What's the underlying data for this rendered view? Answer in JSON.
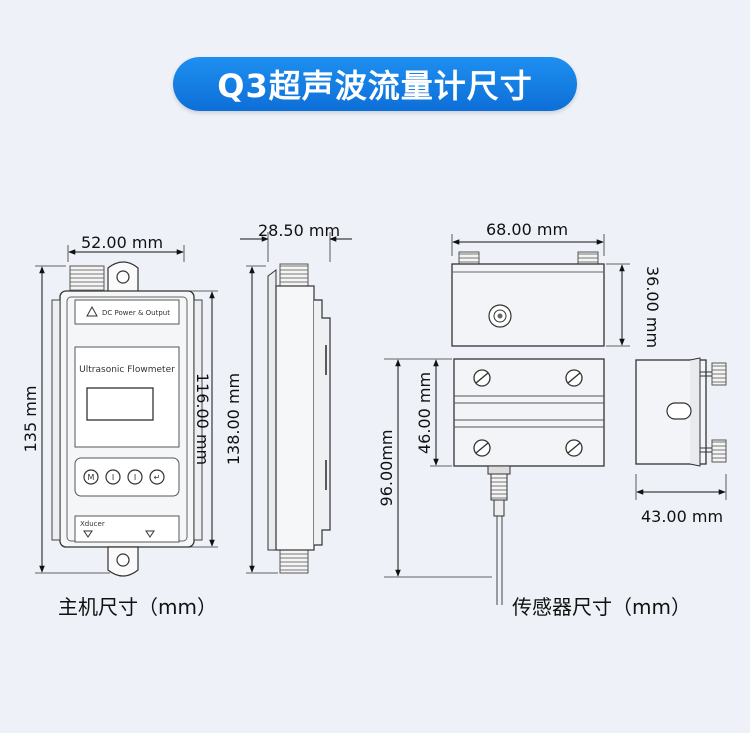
{
  "title": "Q3超声波流量计尺寸",
  "host": {
    "caption": "主机尺寸（mm）",
    "dim_width": "52.00 mm",
    "dim_height_total": "135 mm",
    "dim_height_body": "116.00 mm",
    "dim_depth": "28.50 mm",
    "dim_side_height": "138.00 mm",
    "panel_top_label": "DC Power & Output",
    "panel_brand": "Ultrasonic Flowmeter",
    "panel_bottom_label": "Xducer",
    "buttons": [
      "M",
      "I",
      "I",
      "↵"
    ]
  },
  "sensor": {
    "caption": "传感器尺寸（mm）",
    "dim_width": "68.00 mm",
    "dim_top_height": "36.00 mm",
    "dim_clamp_height": "46.00 mm",
    "dim_total_height": "96.00mm",
    "dim_side_width": "43.00 mm"
  }
}
